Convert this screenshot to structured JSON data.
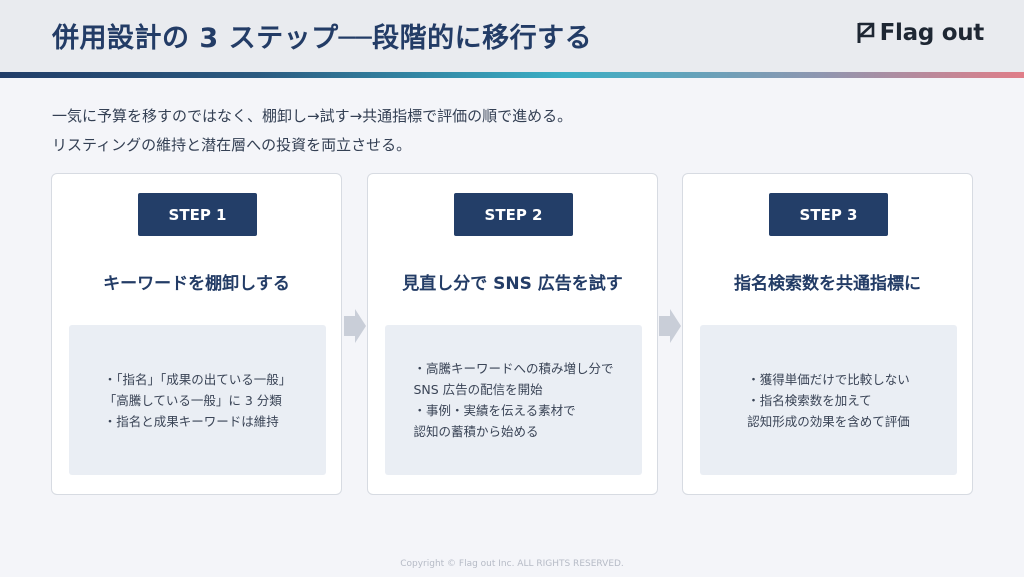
{
  "header": {
    "title": "併用設計の 3 ステップ──段階的に移行する",
    "logo_text": "Flag out"
  },
  "intro": {
    "lines": [
      "一気に予算を移すのではなく、棚卸し→試す→共通指標で評価の順で進める。",
      "リスティングの維持と潜在層への投資を両立させる。"
    ]
  },
  "steps": [
    {
      "badge": "STEP 1",
      "title": "キーワードを棚卸しする",
      "lines": [
        "・「指名」「成果の出ている一般」",
        "「高騰している一般」に 3 分類",
        "・指名と成果キーワードは維持"
      ]
    },
    {
      "badge": "STEP 2",
      "title": "見直し分で SNS 広告を試す",
      "lines": [
        "・高騰キーワードへの積み増し分で",
        "SNS 広告の配信を開始",
        "・事例・実績を伝える素材で",
        "認知の蓄積から始める"
      ]
    },
    {
      "badge": "STEP 3",
      "title": "指名検索数を共通指標に",
      "lines": [
        "・獲得単価だけで比較しない",
        "・指名検索数を加えて",
        "認知形成の効果を含めて評価"
      ]
    }
  ],
  "footer": {
    "copyright": "Copyright © Flag out Inc. ALL RIGHTS RESERVED."
  },
  "colors": {
    "navy": "#233e68",
    "panel": "#eaeef4",
    "arrow": "#c9ced8"
  }
}
